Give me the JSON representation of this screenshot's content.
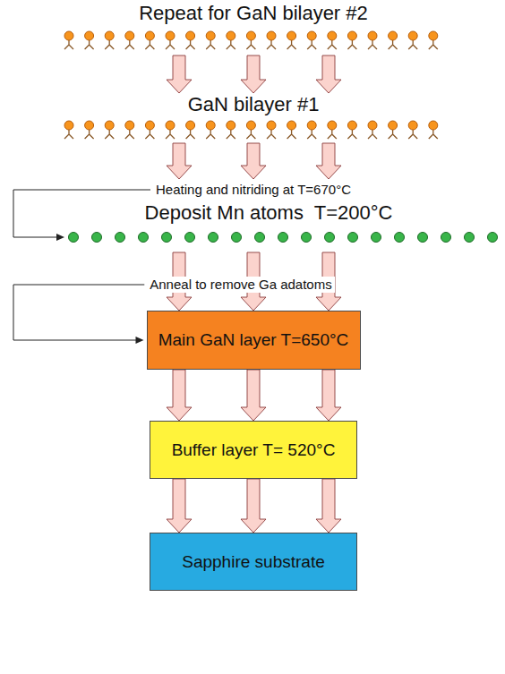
{
  "diagram": {
    "nodes": [
      {
        "text": [
          "Repeat for GaN bilayer #2"
        ]
      },
      {
        "text": [
          "GaN bilayer #1"
        ]
      },
      {
        "text": [
          "Deposit Mn atoms  T=200°C"
        ]
      },
      {
        "text": [
          "Main GaN layer T=650°C"
        ]
      },
      {
        "text": [
          "Buffer layer T= 520°C"
        ]
      },
      {
        "text": [
          "Sapphire substrate"
        ]
      }
    ],
    "edges": [
      {
        "from": 0,
        "to": 1,
        "arrow": "to"
      },
      {
        "from": 0,
        "to": 1,
        "arrow": "to"
      },
      {
        "from": 0,
        "to": 1,
        "arrow": "to"
      },
      {
        "from": 1,
        "to": 2,
        "arrow": "to"
      },
      {
        "from": 1,
        "to": 2,
        "arrow": "to"
      },
      {
        "from": 1,
        "to": 2,
        "arrow": "to"
      },
      {
        "from": 2,
        "to": 3,
        "arrow": "to"
      },
      {
        "from": 2,
        "to": 3,
        "arrow": "to"
      },
      {
        "from": 2,
        "to": 3,
        "arrow": "to"
      },
      {
        "from": 3,
        "to": 4,
        "arrow": "to"
      },
      {
        "from": 3,
        "to": 4,
        "arrow": "to"
      },
      {
        "from": 3,
        "to": 4,
        "arrow": "to"
      },
      {
        "from": 4,
        "to": 5,
        "arrow": "to"
      },
      {
        "from": 4,
        "to": 5,
        "arrow": "to"
      },
      {
        "from": 4,
        "to": 5,
        "arrow": "to"
      }
    ],
    "labels": [
      "Heating and nitriding at T=670°C",
      "Anneal to remove Ga adatoms"
    ]
  }
}
